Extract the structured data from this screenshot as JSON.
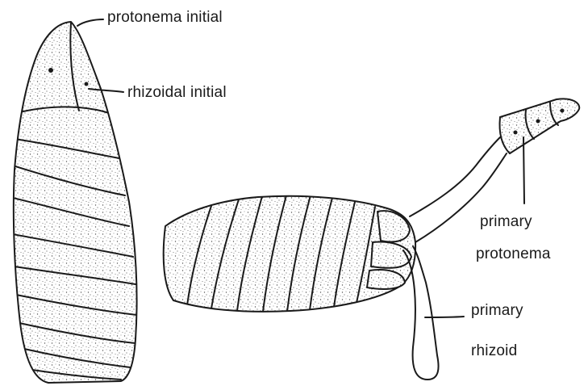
{
  "labels": {
    "protonema_initial": "protonema initial",
    "rhizoidal_initial": "rhizoidal initial",
    "primary_protonema_line1": "primary",
    "primary_protonema_line2": "protonema",
    "primary_rhizoid_line1": "primary",
    "primary_rhizoid_line2": "rhizoid"
  }
}
